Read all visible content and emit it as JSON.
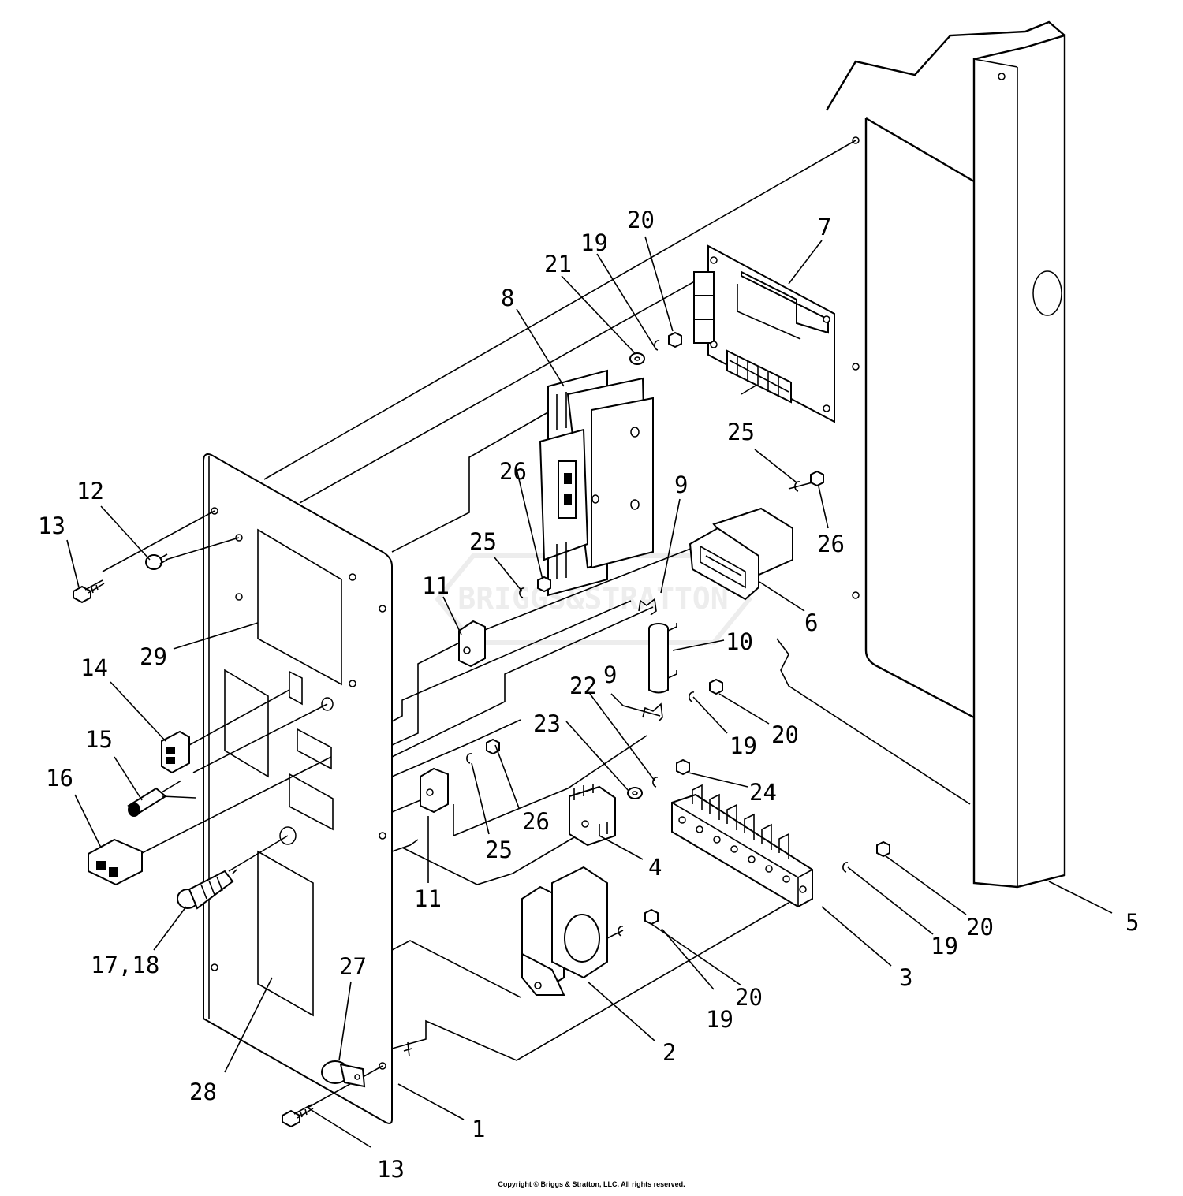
{
  "watermark": {
    "text": "BRIGGS&STRATTON"
  },
  "footer": {
    "copyright": "Copyright © Briggs & Stratton, LLC. All rights reserved."
  },
  "callouts": [
    "1",
    "2",
    "3",
    "4",
    "5",
    "6",
    "7",
    "8",
    "9",
    "9",
    "10",
    "11",
    "11",
    "12",
    "13",
    "13",
    "14",
    "15",
    "16",
    "17,18",
    "19",
    "19",
    "19",
    "19",
    "20",
    "20",
    "20",
    "20",
    "21",
    "22",
    "23",
    "24",
    "25",
    "25",
    "25",
    "26",
    "26",
    "26",
    "27",
    "28",
    "29"
  ],
  "colors": {
    "line": "#000000",
    "background": "#ffffff",
    "watermark": "#e6e6e6"
  }
}
